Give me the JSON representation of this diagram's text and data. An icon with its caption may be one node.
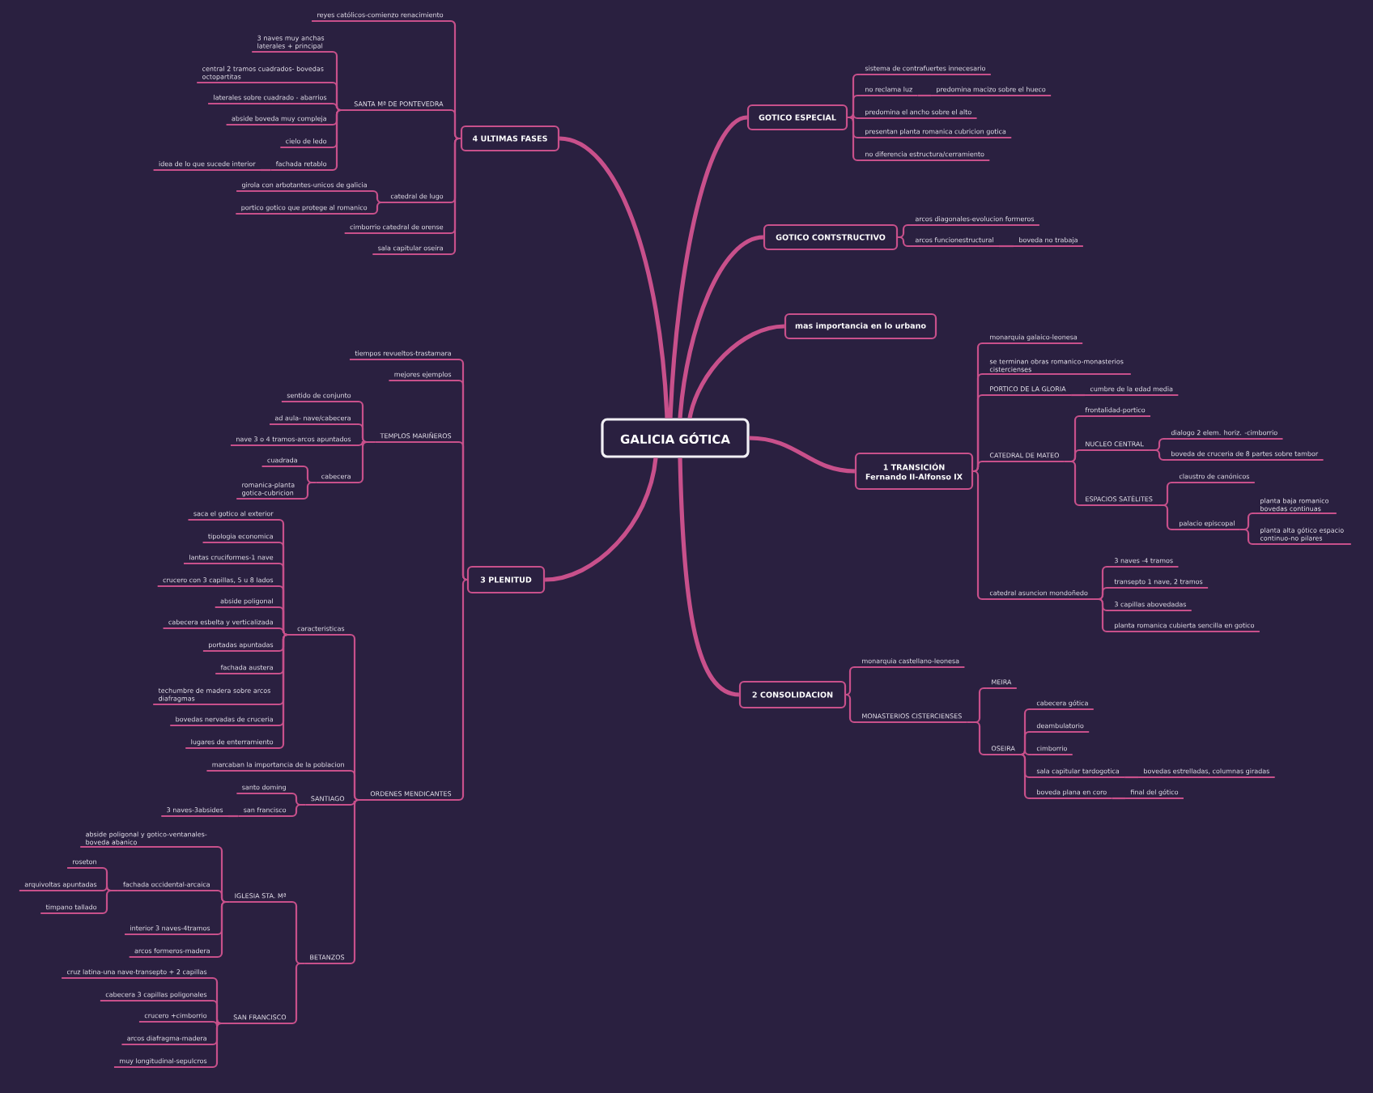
{
  "diagram": {
    "nodes": [
      {
        "text": [
          "GALICIA GÓTICA"
        ]
      },
      {
        "text": [
          "GOTICO ESPECIAL"
        ]
      },
      {
        "text": [
          "sistema de contrafuertes innecesario"
        ]
      },
      {
        "text": [
          "no reclama luz"
        ]
      },
      {
        "text": [
          "predomina macizo sobre el hueco"
        ]
      },
      {
        "text": [
          "predomina el ancho sobre el alto"
        ]
      },
      {
        "text": [
          "presentan planta romanica cubricion gotica"
        ]
      },
      {
        "text": [
          "no diferencia estructura/cerramiento"
        ]
      },
      {
        "text": [
          "GOTICO CONTSTRUCTIVO"
        ]
      },
      {
        "text": [
          "arcos diagonales-evolucion formeros"
        ]
      },
      {
        "text": [
          "arcos funcionestructural"
        ]
      },
      {
        "text": [
          "boveda no trabaja"
        ]
      },
      {
        "text": [
          "mas importancia en lo urbano"
        ]
      },
      {
        "text": [
          "1 TRANSICIÓN Fernando II-Alfonso IX"
        ]
      },
      {
        "text": [
          "monarquia galaico-leonesa"
        ]
      },
      {
        "text": [
          "se terminan obras romanico-monasterios cistercienses"
        ]
      },
      {
        "text": [
          "PORTICO DE LA GLORIA"
        ]
      },
      {
        "text": [
          "cumbre de la edad media"
        ]
      },
      {
        "text": [
          "CATEDRAL DE MATEO"
        ]
      },
      {
        "text": [
          "frontalidad-portico"
        ]
      },
      {
        "text": [
          "NUCLEO CENTRAL"
        ]
      },
      {
        "text": [
          "dialogo 2 elem. horiz. -cimborrio"
        ]
      },
      {
        "text": [
          "boveda de cruceria de 8 partes sobre tambor"
        ]
      },
      {
        "text": [
          "ESPACIOS SATÉLITES"
        ]
      },
      {
        "text": [
          "claustro de canónicos"
        ]
      },
      {
        "text": [
          "palacio episcopal"
        ]
      },
      {
        "text": [
          "planta baja romanico bovedas continuas"
        ]
      },
      {
        "text": [
          "planta alta gótico espacio continuo-no pilares"
        ]
      },
      {
        "text": [
          "catedral asuncion mondoñedo"
        ]
      },
      {
        "text": [
          "3 naves -4 tramos"
        ]
      },
      {
        "text": [
          "transepto 1 nave, 2 tramos"
        ]
      },
      {
        "text": [
          "3 capillas abovedadas"
        ]
      },
      {
        "text": [
          "planta romanica cubierta sencilla en gotico"
        ]
      },
      {
        "text": [
          "2 CONSOLIDACION"
        ]
      },
      {
        "text": [
          "monarquia castellano-leonesa"
        ]
      },
      {
        "text": [
          "MONASTERIOS CISTERCIENSES"
        ]
      },
      {
        "text": [
          "MEIRA"
        ]
      },
      {
        "text": [
          "OSEIRA"
        ]
      },
      {
        "text": [
          "cabecera gótica"
        ]
      },
      {
        "text": [
          "deambulatorio"
        ]
      },
      {
        "text": [
          "cimborrio"
        ]
      },
      {
        "text": [
          "sala capitular tardogotica"
        ]
      },
      {
        "text": [
          "bovedas estrelladas, columnas giradas"
        ]
      },
      {
        "text": [
          "boveda plana en coro"
        ]
      },
      {
        "text": [
          "final del gótico"
        ]
      },
      {
        "text": [
          "3 PLENITUD"
        ]
      },
      {
        "text": [
          "tiempos revueltos-trastamara"
        ]
      },
      {
        "text": [
          "mejores ejemplos"
        ]
      },
      {
        "text": [
          "TEMPLOS MARIÑEROS"
        ]
      },
      {
        "text": [
          "sentido de conjunto"
        ]
      },
      {
        "text": [
          "ad aula- nave/cabecera"
        ]
      },
      {
        "text": [
          "nave 3 o 4 tramos-arcos apuntados"
        ]
      },
      {
        "text": [
          "cabecera"
        ]
      },
      {
        "text": [
          "cuadrada"
        ]
      },
      {
        "text": [
          "romanica-planta gotica-cubricion"
        ]
      },
      {
        "text": [
          "ORDENES MENDICANTES"
        ]
      },
      {
        "text": [
          "caracteristicas"
        ]
      },
      {
        "text": [
          "saca el gotico al exterior"
        ]
      },
      {
        "text": [
          "tipologia economica"
        ]
      },
      {
        "text": [
          "lantas cruciformes-1 nave"
        ]
      },
      {
        "text": [
          "crucero con 3 capillas, 5 u 8 lados"
        ]
      },
      {
        "text": [
          "abside poligonal"
        ]
      },
      {
        "text": [
          "cabecera esbelta y verticalizada"
        ]
      },
      {
        "text": [
          "portadas apuntadas"
        ]
      },
      {
        "text": [
          "fachada austera"
        ]
      },
      {
        "text": [
          "techumbre de madera sobre arcos diafragmas"
        ]
      },
      {
        "text": [
          "bovedas nervadas de cruceria"
        ]
      },
      {
        "text": [
          "lugares de enterramiento"
        ]
      },
      {
        "text": [
          "marcaban la importancia de la poblacion"
        ]
      },
      {
        "text": [
          "SANTIAGO"
        ]
      },
      {
        "text": [
          "santo doming"
        ]
      },
      {
        "text": [
          "san francisco"
        ]
      },
      {
        "text": [
          "3 naves-3absides"
        ]
      },
      {
        "text": [
          "BETANZOS"
        ]
      },
      {
        "text": [
          "IGLESIA STA. Mª"
        ]
      },
      {
        "text": [
          "abside poligonal y gotico-ventanales-boveda abanico"
        ]
      },
      {
        "text": [
          "fachada occidental-arcaica"
        ]
      },
      {
        "text": [
          "roseton"
        ]
      },
      {
        "text": [
          "arquivoltas apuntadas"
        ]
      },
      {
        "text": [
          "timpano tallado"
        ]
      },
      {
        "text": [
          "interior 3 naves-4tramos"
        ]
      },
      {
        "text": [
          "arcos formeros-madera"
        ]
      },
      {
        "text": [
          "SAN FRANCISCO"
        ]
      },
      {
        "text": [
          "cruz latina-una nave-transepto + 2 capillas"
        ]
      },
      {
        "text": [
          "cabecera 3 capillas poligonales"
        ]
      },
      {
        "text": [
          "crucero +cimborrio"
        ]
      },
      {
        "text": [
          "arcos diafragma-madera"
        ]
      },
      {
        "text": [
          "muy longitudinal-sepulcros"
        ]
      },
      {
        "text": [
          "4 ULTIMAS FASES"
        ]
      },
      {
        "text": [
          "reyes católicos-comienzo renacimiento"
        ]
      },
      {
        "text": [
          "SANTA Mª DE PONTEVEDRA"
        ]
      },
      {
        "text": [
          "3 naves muy anchas laterales + principal"
        ]
      },
      {
        "text": [
          "central 2 tramos cuadrados- bovedas octopartitas"
        ]
      },
      {
        "text": [
          "laterales sobre cuadrado - abarrios"
        ]
      },
      {
        "text": [
          "abside boveda muy compleja"
        ]
      },
      {
        "text": [
          "cielo de ledo"
        ]
      },
      {
        "text": [
          "fachada retablo"
        ]
      },
      {
        "text": [
          "idea de lo que sucede interior"
        ]
      },
      {
        "text": [
          "catedral de lugo"
        ]
      },
      {
        "text": [
          "girola con arbotantes-unicos de galicia"
        ]
      },
      {
        "text": [
          "portico gotico que protege al romanico"
        ]
      },
      {
        "text": [
          "cimborrio catedral de orense"
        ]
      },
      {
        "text": [
          "sala capitular oseira"
        ]
      }
    ],
    "edges": [
      {
        "from": 0,
        "to": 1,
        "arrow": "none",
        "style": "thick"
      },
      {
        "from": 1,
        "to": 2,
        "arrow": "none"
      },
      {
        "from": 1,
        "to": 3,
        "arrow": "none"
      },
      {
        "from": 3,
        "to": 4,
        "arrow": "none"
      },
      {
        "from": 1,
        "to": 5,
        "arrow": "none"
      },
      {
        "from": 1,
        "to": 6,
        "arrow": "none"
      },
      {
        "from": 1,
        "to": 7,
        "arrow": "none"
      },
      {
        "from": 0,
        "to": 8,
        "arrow": "none",
        "style": "thick"
      },
      {
        "from": 8,
        "to": 9,
        "arrow": "none"
      },
      {
        "from": 8,
        "to": 10,
        "arrow": "none"
      },
      {
        "from": 10,
        "to": 11,
        "arrow": "none"
      },
      {
        "from": 0,
        "to": 12,
        "arrow": "none",
        "style": "thick"
      },
      {
        "from": 0,
        "to": 13,
        "arrow": "none",
        "style": "thick"
      },
      {
        "from": 13,
        "to": 14,
        "arrow": "none"
      },
      {
        "from": 13,
        "to": 15,
        "arrow": "none"
      },
      {
        "from": 13,
        "to": 16,
        "arrow": "none"
      },
      {
        "from": 16,
        "to": 17,
        "arrow": "none"
      },
      {
        "from": 13,
        "to": 18,
        "arrow": "none"
      },
      {
        "from": 18,
        "to": 19,
        "arrow": "none"
      },
      {
        "from": 18,
        "to": 20,
        "arrow": "none"
      },
      {
        "from": 20,
        "to": 21,
        "arrow": "none"
      },
      {
        "from": 20,
        "to": 22,
        "arrow": "none"
      },
      {
        "from": 18,
        "to": 23,
        "arrow": "none"
      },
      {
        "from": 23,
        "to": 24,
        "arrow": "none"
      },
      {
        "from": 23,
        "to": 25,
        "arrow": "none"
      },
      {
        "from": 25,
        "to": 26,
        "arrow": "none"
      },
      {
        "from": 25,
        "to": 27,
        "arrow": "none"
      },
      {
        "from": 13,
        "to": 28,
        "arrow": "none"
      },
      {
        "from": 28,
        "to": 29,
        "arrow": "none"
      },
      {
        "from": 28,
        "to": 30,
        "arrow": "none"
      },
      {
        "from": 28,
        "to": 31,
        "arrow": "none"
      },
      {
        "from": 28,
        "to": 32,
        "arrow": "none"
      },
      {
        "from": 0,
        "to": 33,
        "arrow": "none",
        "style": "thick"
      },
      {
        "from": 33,
        "to": 34,
        "arrow": "none"
      },
      {
        "from": 33,
        "to": 35,
        "arrow": "none"
      },
      {
        "from": 35,
        "to": 36,
        "arrow": "none"
      },
      {
        "from": 35,
        "to": 37,
        "arrow": "none"
      },
      {
        "from": 37,
        "to": 38,
        "arrow": "none"
      },
      {
        "from": 37,
        "to": 39,
        "arrow": "none"
      },
      {
        "from": 37,
        "to": 40,
        "arrow": "none"
      },
      {
        "from": 37,
        "to": 41,
        "arrow": "none"
      },
      {
        "from": 41,
        "to": 42,
        "arrow": "none"
      },
      {
        "from": 37,
        "to": 43,
        "arrow": "none"
      },
      {
        "from": 43,
        "to": 44,
        "arrow": "none"
      },
      {
        "from": 0,
        "to": 45,
        "arrow": "none",
        "style": "thick"
      },
      {
        "from": 45,
        "to": 46,
        "arrow": "none"
      },
      {
        "from": 45,
        "to": 47,
        "arrow": "none"
      },
      {
        "from": 45,
        "to": 48,
        "arrow": "none"
      },
      {
        "from": 48,
        "to": 49,
        "arrow": "none"
      },
      {
        "from": 48,
        "to": 50,
        "arrow": "none"
      },
      {
        "from": 48,
        "to": 51,
        "arrow": "none"
      },
      {
        "from": 48,
        "to": 52,
        "arrow": "none"
      },
      {
        "from": 52,
        "to": 53,
        "arrow": "none"
      },
      {
        "from": 52,
        "to": 54,
        "arrow": "none"
      },
      {
        "from": 45,
        "to": 55,
        "arrow": "none"
      },
      {
        "from": 55,
        "to": 56,
        "arrow": "none"
      },
      {
        "from": 56,
        "to": 57,
        "arrow": "none"
      },
      {
        "from": 56,
        "to": 58,
        "arrow": "none"
      },
      {
        "from": 56,
        "to": 59,
        "arrow": "none"
      },
      {
        "from": 56,
        "to": 60,
        "arrow": "none"
      },
      {
        "from": 56,
        "to": 61,
        "arrow": "none"
      },
      {
        "from": 56,
        "to": 62,
        "arrow": "none"
      },
      {
        "from": 56,
        "to": 63,
        "arrow": "none"
      },
      {
        "from": 56,
        "to": 64,
        "arrow": "none"
      },
      {
        "from": 56,
        "to": 65,
        "arrow": "none"
      },
      {
        "from": 56,
        "to": 66,
        "arrow": "none"
      },
      {
        "from": 56,
        "to": 67,
        "arrow": "none"
      },
      {
        "from": 55,
        "to": 68,
        "arrow": "none"
      },
      {
        "from": 55,
        "to": 69,
        "arrow": "none"
      },
      {
        "from": 69,
        "to": 70,
        "arrow": "none"
      },
      {
        "from": 69,
        "to": 71,
        "arrow": "none"
      },
      {
        "from": 71,
        "to": 72,
        "arrow": "none"
      },
      {
        "from": 55,
        "to": 73,
        "arrow": "none"
      },
      {
        "from": 73,
        "to": 74,
        "arrow": "none"
      },
      {
        "from": 74,
        "to": 75,
        "arrow": "none"
      },
      {
        "from": 74,
        "to": 76,
        "arrow": "none"
      },
      {
        "from": 76,
        "to": 77,
        "arrow": "none"
      },
      {
        "from": 76,
        "to": 78,
        "arrow": "none"
      },
      {
        "from": 76,
        "to": 79,
        "arrow": "none"
      },
      {
        "from": 74,
        "to": 80,
        "arrow": "none"
      },
      {
        "from": 74,
        "to": 81,
        "arrow": "none"
      },
      {
        "from": 73,
        "to": 82,
        "arrow": "none"
      },
      {
        "from": 82,
        "to": 83,
        "arrow": "none"
      },
      {
        "from": 82,
        "to": 84,
        "arrow": "none"
      },
      {
        "from": 82,
        "to": 85,
        "arrow": "none"
      },
      {
        "from": 82,
        "to": 86,
        "arrow": "none"
      },
      {
        "from": 82,
        "to": 87,
        "arrow": "none"
      },
      {
        "from": 0,
        "to": 88,
        "arrow": "none",
        "style": "thick"
      },
      {
        "from": 88,
        "to": 89,
        "arrow": "none"
      },
      {
        "from": 88,
        "to": 90,
        "arrow": "none"
      },
      {
        "from": 90,
        "to": 91,
        "arrow": "none"
      },
      {
        "from": 90,
        "to": 92,
        "arrow": "none"
      },
      {
        "from": 90,
        "to": 93,
        "arrow": "none"
      },
      {
        "from": 90,
        "to": 94,
        "arrow": "none"
      },
      {
        "from": 90,
        "to": 95,
        "arrow": "none"
      },
      {
        "from": 90,
        "to": 96,
        "arrow": "none"
      },
      {
        "from": 96,
        "to": 97,
        "arrow": "none"
      },
      {
        "from": 88,
        "to": 98,
        "arrow": "none"
      },
      {
        "from": 98,
        "to": 99,
        "arrow": "none"
      },
      {
        "from": 98,
        "to": 100,
        "arrow": "none"
      },
      {
        "from": 88,
        "to": 101,
        "arrow": "none"
      },
      {
        "from": 88,
        "to": 102,
        "arrow": "none"
      }
    ]
  }
}
